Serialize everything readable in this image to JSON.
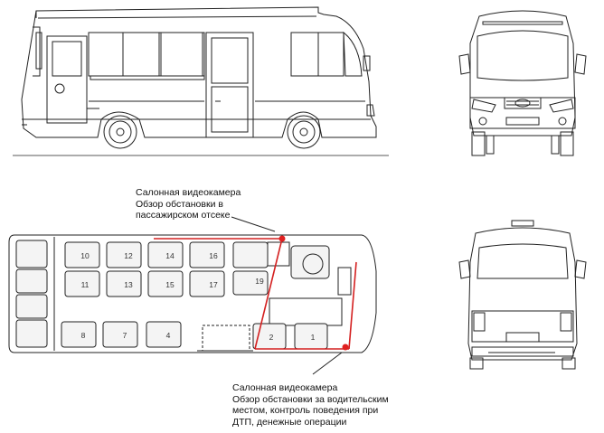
{
  "callouts": {
    "camera_top": {
      "line1": "Салонная видеокамера",
      "line2": "Обзор обстановки в",
      "line3": "пассажирском отсеке"
    },
    "camera_bottom": {
      "line1": "Салонная видеокамера",
      "line2": "Обзор обстановки за водительским",
      "line3": "местом, контроль поведения при",
      "line4": "ДТП, денежные операции"
    }
  },
  "seat_numbers": {
    "s1": "1",
    "s2": "2",
    "s4": "4",
    "s7": "7",
    "s8": "8",
    "s10": "10",
    "s11": "11",
    "s12": "12",
    "s13": "13",
    "s14": "14",
    "s15": "15",
    "s16": "16",
    "s17": "17",
    "s19": "19"
  },
  "colors": {
    "line": "#222222",
    "camera_wire": "#d42020",
    "camera_dot": "#e02020"
  }
}
